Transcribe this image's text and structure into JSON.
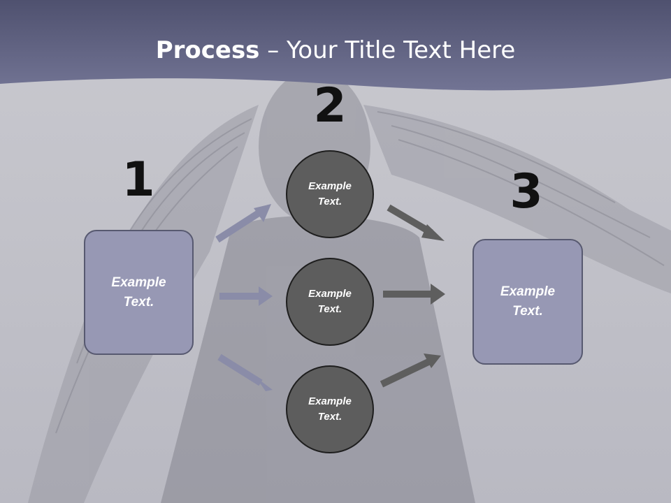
{
  "slide": {
    "title_bold": "Process",
    "title_rest": " – Your Title Text Here"
  },
  "steps": {
    "one": {
      "number": "1",
      "label": "Example Text."
    },
    "two": {
      "number": "2",
      "circles": [
        {
          "label": "Example Text."
        },
        {
          "label": "Example Text."
        },
        {
          "label": "Example Text."
        }
      ]
    },
    "three": {
      "number": "3",
      "label": "Example Text."
    }
  },
  "colors": {
    "header_band": "#686a8c",
    "box_fill": "#9798b4",
    "circle_fill": "#5d5d5d",
    "arrow_left": "#8a8ca8",
    "arrow_right": "#5e5e5e"
  }
}
